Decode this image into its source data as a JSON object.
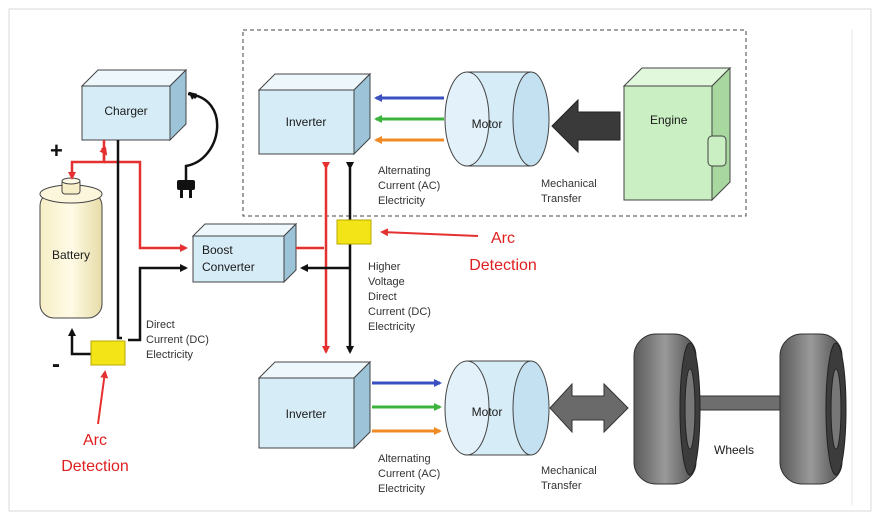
{
  "colors": {
    "box_fill": "#d6ecf7",
    "box_side": "#9cc3d8",
    "engine_fill": "#c9efc2",
    "red": "#e53030",
    "black": "#111111",
    "blue": "#3a4fc0",
    "green": "#3cb43c",
    "orange": "#f08a24",
    "sensor": "#f3e418",
    "arc_text": "#e02020"
  },
  "components": {
    "charger": "Charger",
    "battery": "Battery",
    "boost_converter_line1": "Boost",
    "boost_converter_line2": "Converter",
    "inverter_top": "Inverter",
    "inverter_bottom": "Inverter",
    "motor_top": "Motor",
    "motor_bottom": "Motor",
    "engine": "Engine",
    "wheels": "Wheels"
  },
  "labels": {
    "plus": "+",
    "minus": "-",
    "ac_top": [
      "Alternating",
      "Current (AC)",
      "Electricity"
    ],
    "ac_bottom": [
      "Alternating",
      "Current (AC)",
      "Electricity"
    ],
    "mech_top": [
      "Mechanical",
      "Transfer"
    ],
    "mech_bottom": [
      "Mechanical",
      "Transfer"
    ],
    "dc_low": [
      "Direct",
      "Current (DC)",
      "Electricity"
    ],
    "dc_high": [
      "Higher",
      "Voltage",
      "Direct",
      "Current (DC)",
      "Electricity"
    ]
  },
  "annotations": {
    "arc_right": [
      "Arc",
      "Detection"
    ],
    "arc_left": [
      "Arc",
      "Detection"
    ]
  },
  "icons": {
    "plug": "power-plug-icon",
    "sensor": "arc-sensor-icon"
  }
}
